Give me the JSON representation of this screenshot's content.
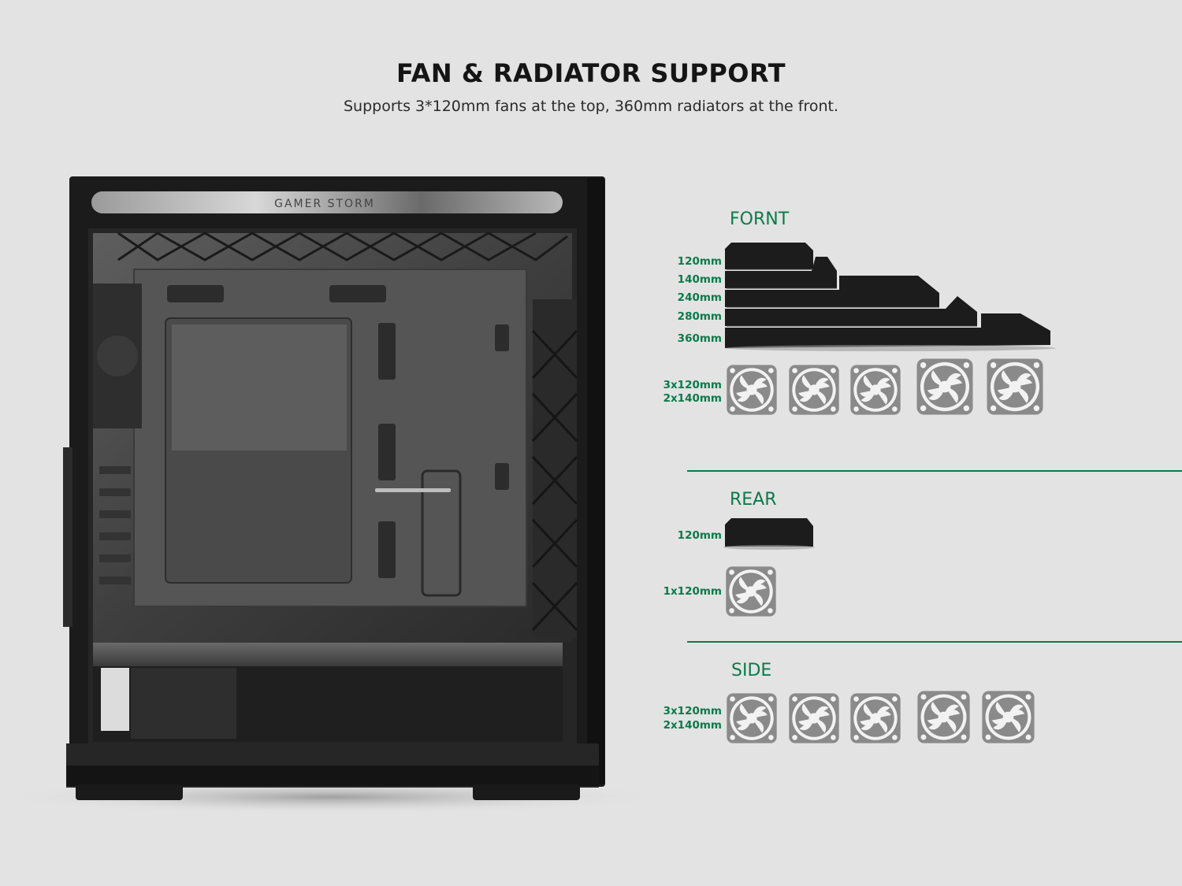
{
  "header": {
    "title": "FAN & RADIATOR SUPPORT",
    "subtitle": "Supports 3*120mm fans at the top, 360mm radiators at the front."
  },
  "case_image": {
    "brand_text": "GAMER STORM"
  },
  "front": {
    "heading": "FORNT",
    "radiator_sizes": [
      "120mm",
      "140mm",
      "240mm",
      "280mm",
      "360mm"
    ],
    "fan_label_1": "3x120mm",
    "fan_label_2": "2x140mm",
    "fan_count": 5
  },
  "rear": {
    "heading": "REAR",
    "radiator_sizes": [
      "120mm"
    ],
    "fan_label": "1x120mm",
    "fan_count": 1
  },
  "side": {
    "heading": "SIDE",
    "fan_label_1": "3x120mm",
    "fan_label_2": "2x140mm",
    "fan_count": 5
  },
  "colors": {
    "accent": "#0b7a4a",
    "background": "#e3e3e3",
    "case_body": "#1c1c1c",
    "fan_icon": "#8a8a8a"
  }
}
